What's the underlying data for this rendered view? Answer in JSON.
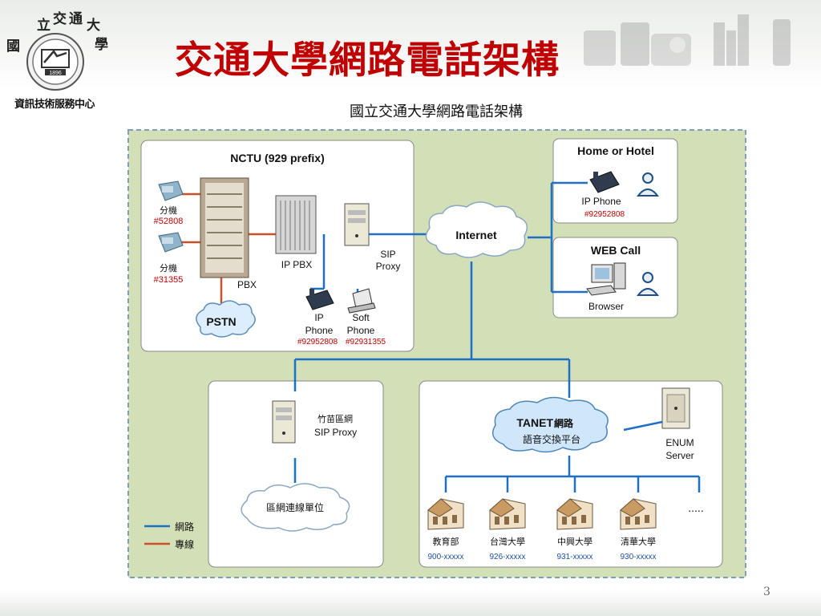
{
  "slide": {
    "title": "交通大學網路電話架構",
    "department": "資訊技術服務中心",
    "page_number": "3",
    "seal_chars": [
      "國",
      "立",
      "交",
      "通",
      "大",
      "學"
    ],
    "seal_year": "1896"
  },
  "diagram": {
    "title": "國立交通大學網路電話架構",
    "nctu": {
      "title": "NCTU (929 prefix)",
      "ext1_label": "分機",
      "ext1_num": "#52808",
      "ext2_label": "分機",
      "ext2_num": "#31355",
      "pbx": "PBX",
      "ip_pbx": "IP PBX",
      "sip_proxy_l1": "SIP",
      "sip_proxy_l2": "Proxy",
      "pstn": "PSTN",
      "ip_phone_l1": "IP",
      "ip_phone_l2": "Phone",
      "ip_phone_num": "#92952808",
      "soft_phone_l1": "Soft",
      "soft_phone_l2": "Phone",
      "soft_phone_num": "#92931355"
    },
    "internet": "Internet",
    "home": {
      "title": "Home or Hotel",
      "phone": "IP Phone",
      "num": "#92952808"
    },
    "webcall": {
      "title": "WEB Call",
      "browser": "Browser"
    },
    "regional": {
      "proxy_l1": "竹苗區網",
      "proxy_l2": "SIP Proxy",
      "cloud": "區網連線單位"
    },
    "tanet": {
      "cloud_l1": "TANET",
      "cloud_l1b": "網路",
      "cloud_l2": "語音交換平台",
      "enum_l1": "ENUM",
      "enum_l2": "Server",
      "more": ".....",
      "schools": [
        {
          "name": "教育部",
          "code": "900-xxxxx"
        },
        {
          "name": "台灣大學",
          "code": "926-xxxxx"
        },
        {
          "name": "中興大學",
          "code": "931-xxxxx"
        },
        {
          "name": "清華大學",
          "code": "930-xxxxx"
        }
      ]
    },
    "legend": {
      "network": "網路",
      "dedicated": "專線"
    },
    "colors": {
      "network": "#1f6fc6",
      "dedicated": "#c8502a",
      "panel_green": "#d2dfb7",
      "title_red": "#c00000"
    }
  }
}
